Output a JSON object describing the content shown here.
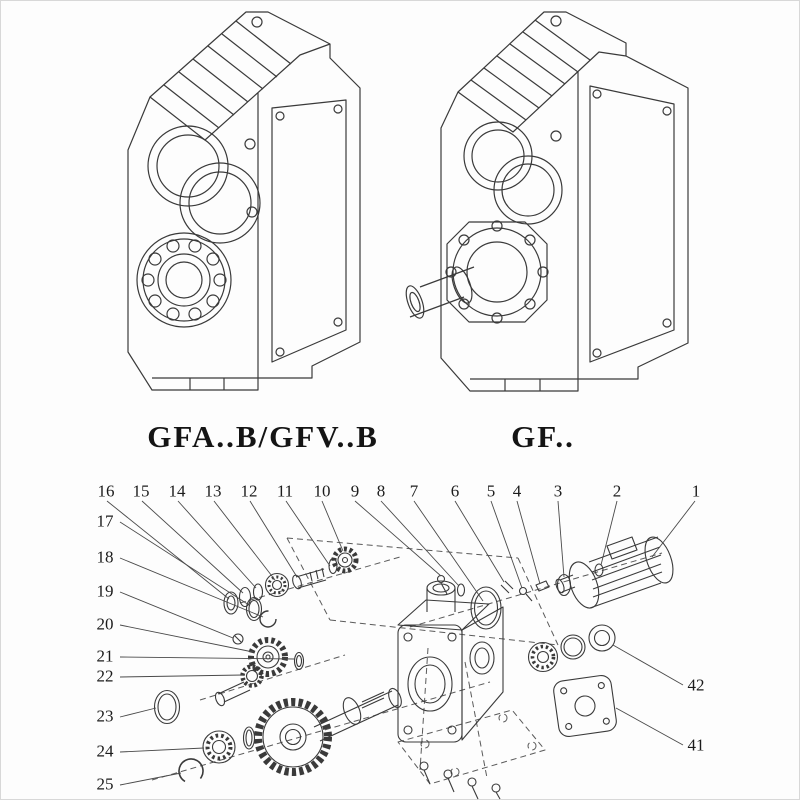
{
  "page": {
    "background": "#fdfdfd",
    "line_color": "#3a3a3a"
  },
  "labels": {
    "left_model": "GFA..B/GFV..B",
    "right_model": "GF.."
  },
  "exploded": {
    "top_row": [
      "16",
      "15",
      "14",
      "13",
      "12",
      "11",
      "10",
      "9",
      "8",
      "7",
      "6",
      "5",
      "4",
      "3",
      "2",
      "1"
    ],
    "left_column": [
      "17",
      "18",
      "19",
      "20",
      "21",
      "22",
      "23",
      "24",
      "25"
    ],
    "right_column": [
      "42",
      "41"
    ]
  }
}
